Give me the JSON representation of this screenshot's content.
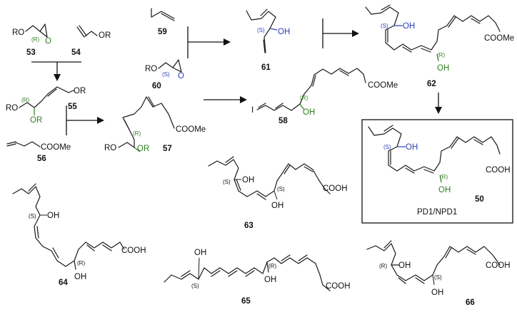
{
  "compounds": {
    "c53": {
      "number": "53",
      "sub": "RO",
      "stereo": "(R)",
      "hetero": "O"
    },
    "c54": {
      "number": "54",
      "sub": "OR"
    },
    "c55": {
      "number": "55",
      "sub1": "RO",
      "sub2": "OR",
      "sub3": "OR",
      "stereo": "(R)"
    },
    "c56": {
      "number": "56",
      "sub": "COOMe"
    },
    "c57": {
      "number": "57",
      "sub1": "RO",
      "sub2": "OR",
      "sub3": "COOMe",
      "stereo": "(R)"
    },
    "c58": {
      "number": "58",
      "halide": "I",
      "sub": "COOMe",
      "oh": "OH",
      "stereo": "(R)"
    },
    "c59": {
      "number": "59"
    },
    "c60": {
      "number": "60",
      "sub": "RO",
      "stereo": "(S)",
      "hetero": "O"
    },
    "c61": {
      "number": "61",
      "oh": "OH",
      "stereo": "(S)"
    },
    "c62": {
      "number": "62",
      "oh1": "OH",
      "oh2": "OH",
      "stereo1": "(S)",
      "stereo2": "(R)",
      "sub": "COOMe"
    },
    "c50": {
      "number": "50",
      "name": "PD1/NPD1",
      "oh1": "OH",
      "oh2": "OH",
      "stereo1": "(S)",
      "stereo2": "(R)",
      "sub": "COOH"
    },
    "c63": {
      "number": "63",
      "oh1": "OH",
      "oh2": "OH",
      "stereo1": "(S)",
      "stereo2": "(S)",
      "sub": "COOH"
    },
    "c64": {
      "number": "64",
      "oh1": "OH",
      "oh2": "OH",
      "stereo1": "(S)",
      "stereo2": "(R)",
      "sub": "COOH"
    },
    "c65": {
      "number": "65",
      "oh1": "OH",
      "oh2": "OH",
      "stereo1": "(S)",
      "stereo2": "(R)",
      "sub": "COOH"
    },
    "c66": {
      "number": "66",
      "oh1": "OH",
      "oh2": "OH",
      "stereo1": "(R)",
      "stereo2": "(S)",
      "sub": "COOH"
    }
  },
  "colors": {
    "blue": "#2a3fb0",
    "green": "#2e7d1f",
    "ink": "#111111"
  }
}
